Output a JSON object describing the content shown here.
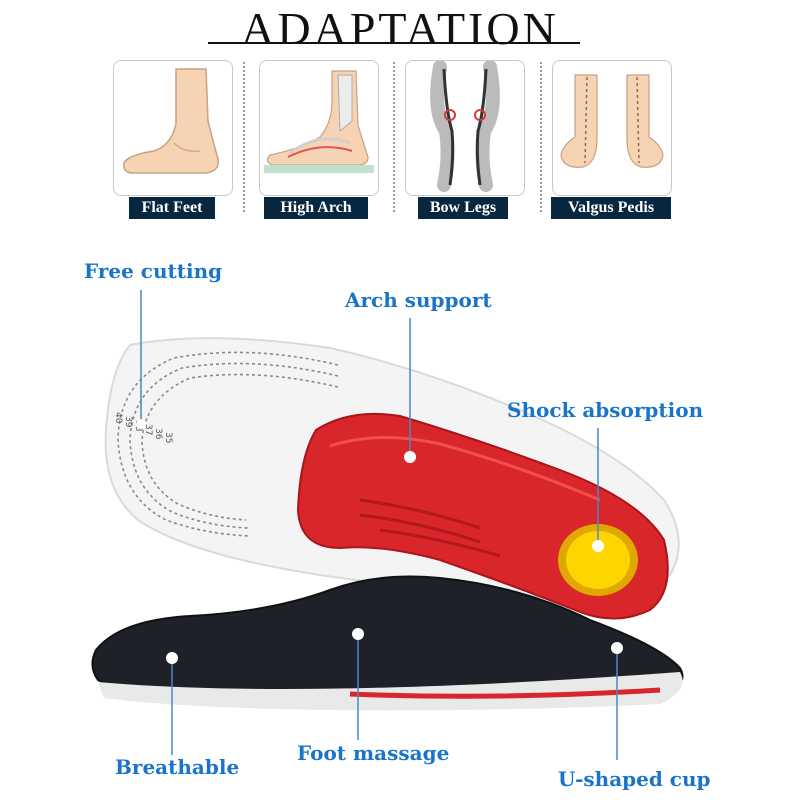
{
  "title": "ADAPTATION",
  "conditions": [
    {
      "label": "Flat Feet",
      "icon": "flat-foot-icon"
    },
    {
      "label": "High Arch",
      "icon": "high-arch-foot-icon"
    },
    {
      "label": "Bow Legs",
      "icon": "bow-legs-icon"
    },
    {
      "label": "Valgus Pedis",
      "icon": "valgus-feet-icon"
    }
  ],
  "features": {
    "free_cutting": "Free cutting",
    "arch_support": "Arch support",
    "shock_absorption": "Shock absorption",
    "breathable": "Breathable",
    "foot_massage": "Foot massage",
    "u_shaped_cup": "U-shaped cup"
  },
  "size_marks": [
    "40",
    "39",
    "38",
    "37",
    "36",
    "35"
  ],
  "colors": {
    "caption_bg": "#07263f",
    "callout_text": "#1a74c7",
    "insole_red": "#d9262a",
    "gel_yellow": "#ffd500",
    "mesh_dark": "#1e2127"
  }
}
